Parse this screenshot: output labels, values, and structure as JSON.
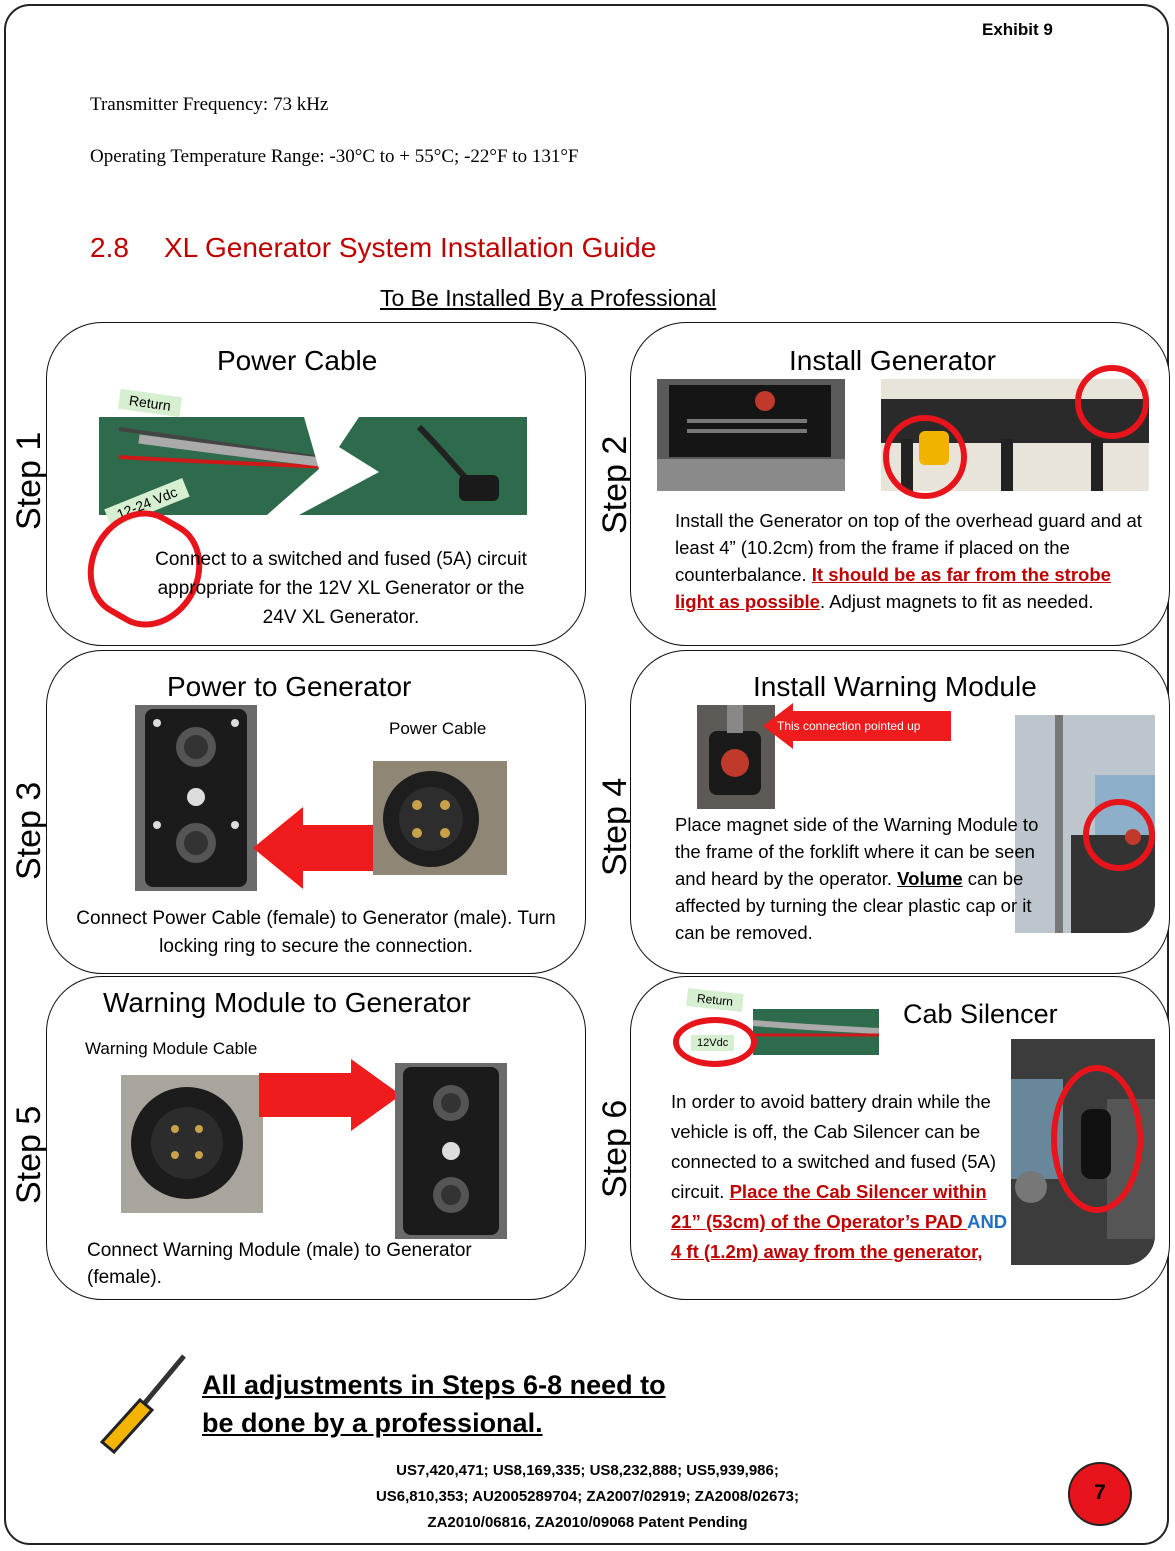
{
  "header": {
    "exhibit": "Exhibit 9"
  },
  "specs": {
    "frequency": "Transmitter Frequency:  73 kHz",
    "temperature": "Operating Temperature Range:  -30°C to + 55°C;  -22°F to 131°F"
  },
  "section": {
    "number": "2.8",
    "title": "XL Generator System Installation Guide",
    "subtitle": "To Be Installed By a Professional"
  },
  "steps": {
    "s1": {
      "label": "Step 1",
      "title": "Power Cable",
      "tag_return": "Return",
      "tag_voltage": "12-24 Vdc",
      "text": "Connect to a switched and fused (5A) circuit appropriate for the 12V XL Generator or the 24V XL Generator."
    },
    "s2": {
      "label": "Step 2",
      "title": "Install Generator",
      "text_a": "Install the Generator on top of the overhead guard and at least 4” (10.2cm) from the frame if placed on the counterbalance. ",
      "text_b": "It should be as far from the strobe light as possible",
      "text_c": ". Adjust magnets to fit as needed."
    },
    "s3": {
      "label": "Step 3",
      "title": "Power to Generator",
      "cable_label": "Power Cable",
      "text": "Connect Power Cable (female) to Generator (male). Turn locking ring to secure the connection."
    },
    "s4": {
      "label": "Step 4",
      "title": "Install Warning Module",
      "arrow_label": "This connection pointed up",
      "text_a": "Place magnet side of the Warning Module to the frame of the forklift where it can be seen and heard by the operator.  ",
      "text_b": "Volume",
      "text_c": " can be affected by turning the clear plastic cap or it can be removed."
    },
    "s5": {
      "label": "Step 5",
      "title": "Warning Module to Generator",
      "cable_label": "Warning Module Cable",
      "text": "Connect Warning Module (male) to Generator (female)."
    },
    "s6": {
      "label": "Step 6",
      "title": "Cab Silencer",
      "tag_return": "Return",
      "tag_voltage": "12Vdc",
      "text_a": "In order to avoid battery drain while the vehicle is off, the Cab Silencer can be connected to a switched and fused (5A) circuit.  ",
      "text_b": "Place the Cab Silencer within 21” (53cm) of the Operator’s PAD ",
      "text_and": "AND",
      "text_c": " 4 ft (1.2m) away from the generator,"
    }
  },
  "note": {
    "line1": "All adjustments in Steps 6-8 need to",
    "line2": "be done by a professional."
  },
  "footer": {
    "line1": "US7,420,471; US8,169,335; US8,232,888; US5,939,986;",
    "line2": "US6,810,353; AU2005289704; ZA2007/02919; ZA2008/02673;",
    "line3": "ZA2010/06816, ZA2010/09068 Patent Pending",
    "page": "7"
  },
  "icons": [
    "screwdriver-icon",
    "arrow-right-icon",
    "arrow-left-icon"
  ],
  "colors": {
    "accent_red": "#c00000",
    "ring_red": "#e8141b",
    "heading_red": "#c00000",
    "and_blue": "#1f6fc6"
  }
}
